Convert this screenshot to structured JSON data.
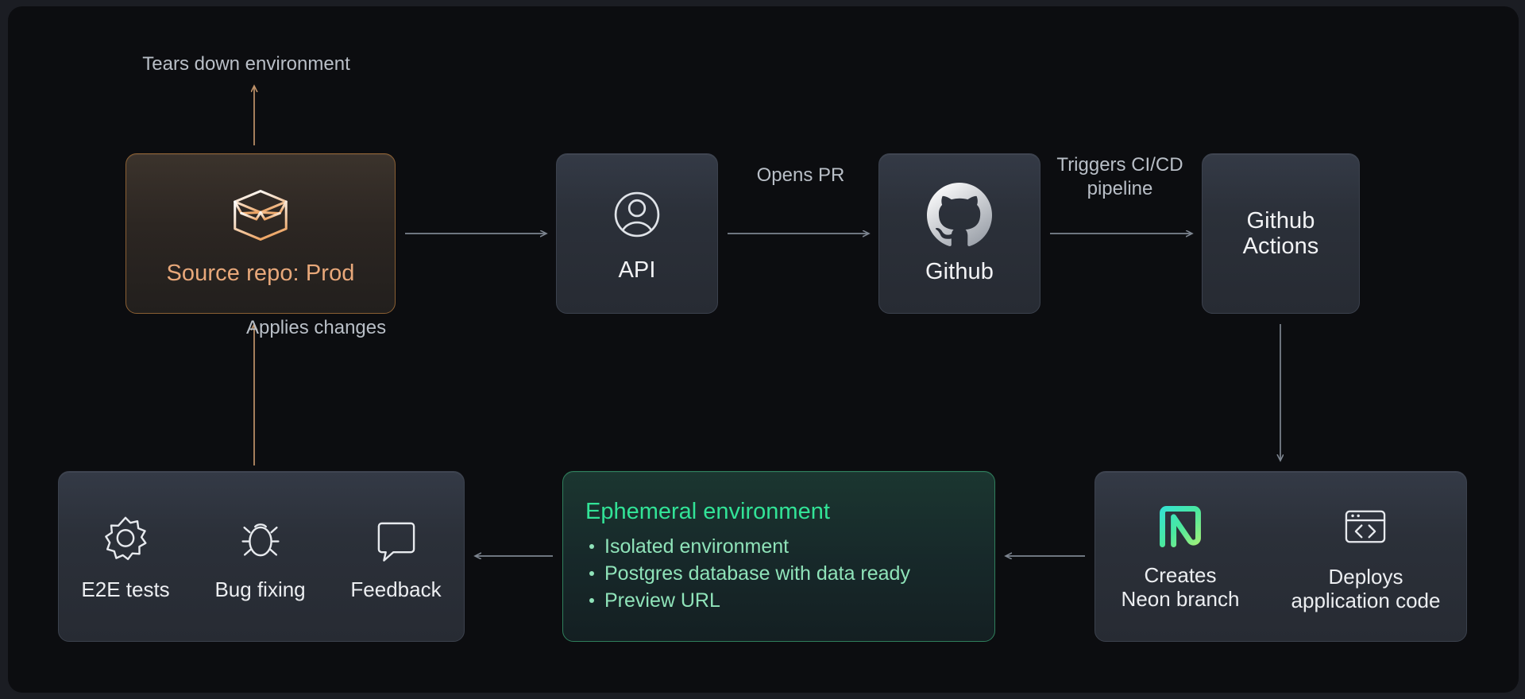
{
  "diagram": {
    "title": "Ephemeral environment CI/CD workflow",
    "colors": {
      "background": "#0c0d10",
      "card": "#2b3039",
      "accent_orange": "#e8a87a",
      "accent_green": "#32e397",
      "edge_gray": "#7d8590",
      "edge_orange": "#c89a6a"
    }
  },
  "nodes": {
    "source_repo": {
      "label": "Source repo: Prod",
      "icon": "box-icon"
    },
    "api": {
      "label": "API",
      "icon": "user-circle-icon"
    },
    "github": {
      "label": "Github",
      "icon": "github-icon"
    },
    "github_actions": {
      "label": "Github\nActions",
      "line1": "Github",
      "line2": "Actions"
    },
    "feedback_group": {
      "items": [
        {
          "label": "E2E tests",
          "icon": "gear-icon"
        },
        {
          "label": "Bug fixing",
          "icon": "bug-icon"
        },
        {
          "label": "Feedback",
          "icon": "speech-bubble-icon"
        }
      ]
    },
    "ephemeral": {
      "title": "Ephemeral environment",
      "bullets": [
        "Isolated environment",
        "Postgres database with data ready",
        "Preview URL"
      ]
    },
    "neon_group": {
      "items": [
        {
          "label_line1": "Creates",
          "label_line2": "Neon branch",
          "icon": "neon-logo-icon"
        },
        {
          "label_line1": "Deploys",
          "label_line2": "application code",
          "icon": "code-window-icon"
        }
      ]
    }
  },
  "edges": {
    "tears_down": "Tears down environment",
    "applies_changes": "Applies changes",
    "opens_pr": "Opens PR",
    "triggers_pipeline_line1": "Triggers CI/CD",
    "triggers_pipeline_line2": "pipeline",
    "triggers_pipeline": "Triggers CI/CD\npipeline"
  }
}
